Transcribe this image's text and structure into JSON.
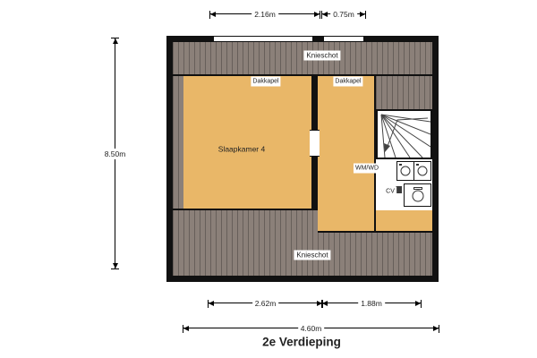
{
  "title": "2e Verdieping",
  "plan": {
    "rooms": {
      "slaapkamer4": "Slaapkamer 4",
      "dakkapel_left": "Dakkapel",
      "dakkapel_right": "Dakkapel",
      "knieschot_top": "Knieschot",
      "knieschot_bottom": "Knieschot",
      "wm_wd": "WM/WD",
      "cv": "CV"
    }
  },
  "dimensions": {
    "top_width_left": "2.16m",
    "top_width_right": "0.75m",
    "left_height": "8.50m",
    "bottom_width_left": "2.62m",
    "bottom_width_right": "1.88m",
    "bottom_width_total": "4.60m"
  },
  "colors": {
    "wall": "#111111",
    "room_fill": "#e9b768",
    "roof_fill": "#8b8079"
  }
}
